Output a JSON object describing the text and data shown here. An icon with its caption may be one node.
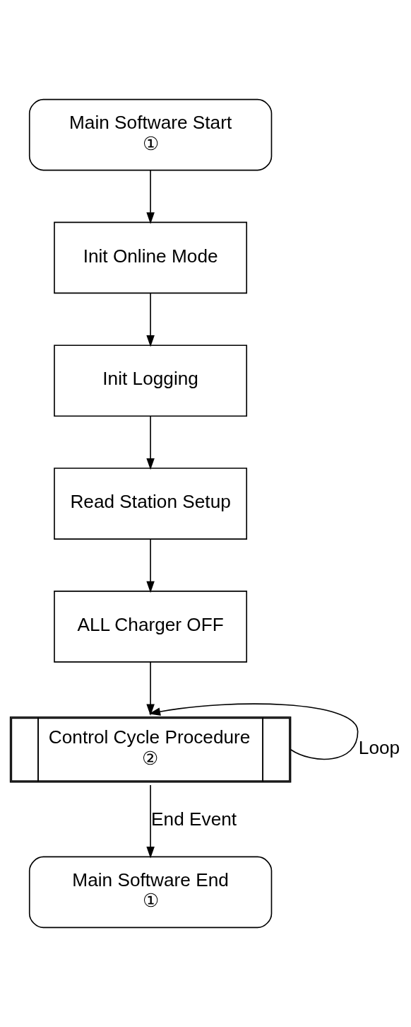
{
  "diagram": {
    "nodes": [
      {
        "text": [
          "Main Software Start",
          "①"
        ]
      },
      {
        "text": [
          "Init Online Mode"
        ]
      },
      {
        "text": [
          "Init Logging"
        ]
      },
      {
        "text": [
          "Read Station Setup"
        ]
      },
      {
        "text": [
          "ALL Charger OFF"
        ]
      },
      {
        "text": [
          "Control Cycle Procedure",
          "②"
        ]
      },
      {
        "text": [
          "Main Software End",
          "①"
        ]
      }
    ],
    "edges": [
      {
        "from": 0,
        "to": 1,
        "arrow": "to"
      },
      {
        "from": 1,
        "to": 2,
        "arrow": "to"
      },
      {
        "from": 2,
        "to": 3,
        "arrow": "to"
      },
      {
        "from": 3,
        "to": 4,
        "arrow": "to"
      },
      {
        "from": 4,
        "to": 5,
        "arrow": "to"
      },
      {
        "from": 5,
        "to": 5,
        "arrow": "to",
        "label": "Loop"
      },
      {
        "from": 5,
        "to": 6,
        "arrow": "to",
        "label": "End Event"
      }
    ]
  }
}
